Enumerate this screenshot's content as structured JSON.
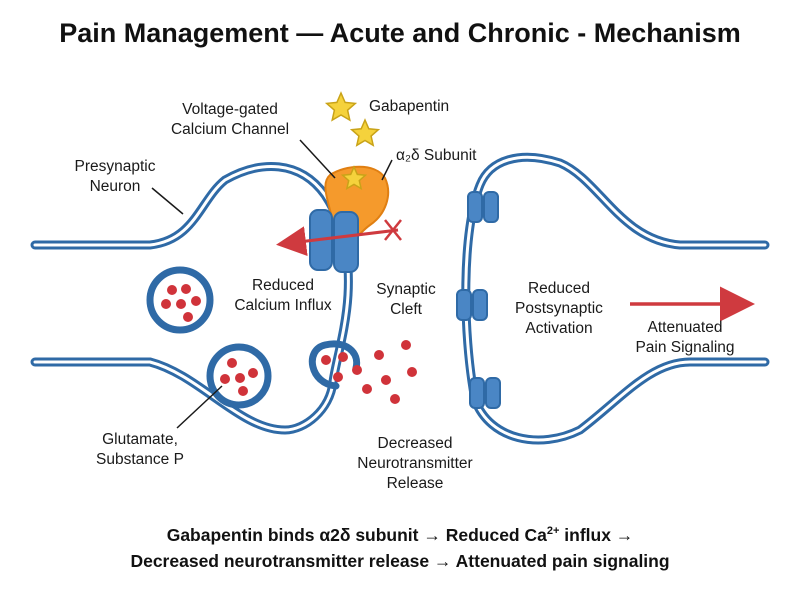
{
  "title": "Pain Management — Acute and Chronic - Mechanism",
  "labels": {
    "gabapentin": "Gabapentin",
    "channel_line1": "Voltage-gated",
    "channel_line2": "Calcium Channel",
    "subunit": "α₂δ Subunit",
    "presynaptic_line1": "Presynaptic",
    "presynaptic_line2": "Neuron",
    "reduced_influx_line1": "Reduced",
    "reduced_influx_line2": "Calcium Influx",
    "cleft_line1": "Synaptic",
    "cleft_line2": "Cleft",
    "postsyn_line1": "Reduced",
    "postsyn_line2": "Postsynaptic",
    "postsyn_line3": "Activation",
    "attenuated_line1": "Attenuated",
    "attenuated_line2": "Pain Signaling",
    "glutamate_line1": "Glutamate,",
    "glutamate_line2": "Substance P",
    "release_line1": "Decreased",
    "release_line2": "Neurotransmitter",
    "release_line3": "Release"
  },
  "caption": {
    "line1_a": "Gabapentin binds α2δ subunit → Reduced Ca",
    "line1_sup": "2+",
    "line1_b": " influx →",
    "line2": "Decreased neurotransmitter release → Attenuated pain signaling"
  },
  "colors": {
    "membrane": "#2f6aa6",
    "membrane_fill": "#ffffff",
    "channel": "#4a86c5",
    "subunit": "#f59a2c",
    "star": "#f5d23c",
    "neurotransmitter": "#d0333a",
    "arrow": "#cf3a3f"
  }
}
